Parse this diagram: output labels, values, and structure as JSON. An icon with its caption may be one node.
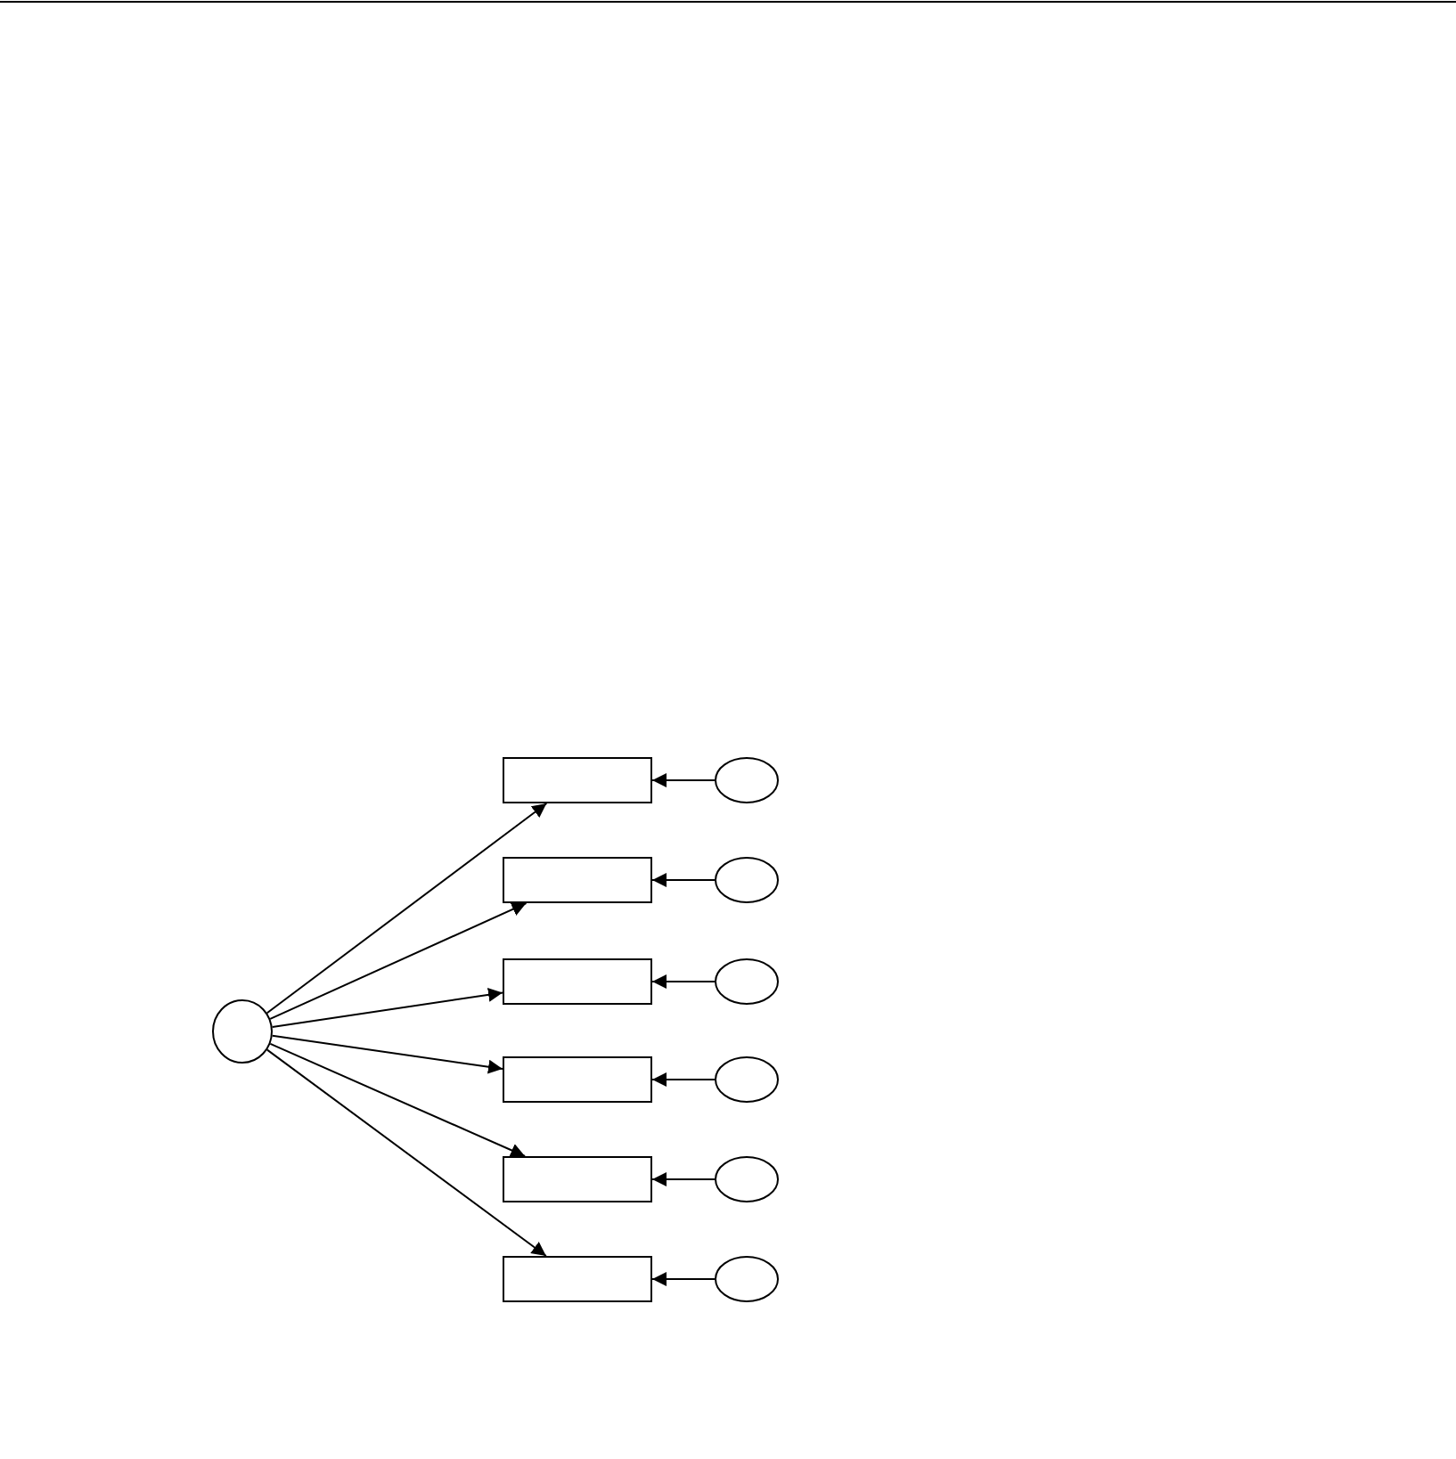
{
  "diagram": {
    "nodes": [
      {
        "text": [],
        "shape": "circle"
      },
      {
        "text": [],
        "shape": "box"
      },
      {
        "text": [],
        "shape": "box"
      },
      {
        "text": [],
        "shape": "box"
      },
      {
        "text": [],
        "shape": "box"
      },
      {
        "text": [],
        "shape": "box"
      },
      {
        "text": [],
        "shape": "box"
      },
      {
        "text": [],
        "shape": "circle"
      },
      {
        "text": [],
        "shape": "circle"
      },
      {
        "text": [],
        "shape": "circle"
      },
      {
        "text": [],
        "shape": "circle"
      },
      {
        "text": [],
        "shape": "circle"
      },
      {
        "text": [],
        "shape": "circle"
      }
    ],
    "edges": [
      {
        "from": 0,
        "to": 1,
        "arrow": "to"
      },
      {
        "from": 0,
        "to": 2,
        "arrow": "to"
      },
      {
        "from": 0,
        "to": 3,
        "arrow": "to"
      },
      {
        "from": 0,
        "to": 4,
        "arrow": "to"
      },
      {
        "from": 0,
        "to": 5,
        "arrow": "to"
      },
      {
        "from": 0,
        "to": 6,
        "arrow": "to"
      },
      {
        "from": 7,
        "to": 1,
        "arrow": "to"
      },
      {
        "from": 8,
        "to": 2,
        "arrow": "to"
      },
      {
        "from": 9,
        "to": 3,
        "arrow": "to"
      },
      {
        "from": 10,
        "to": 4,
        "arrow": "to"
      },
      {
        "from": 11,
        "to": 5,
        "arrow": "to"
      },
      {
        "from": 12,
        "to": 6,
        "arrow": "to"
      }
    ]
  }
}
